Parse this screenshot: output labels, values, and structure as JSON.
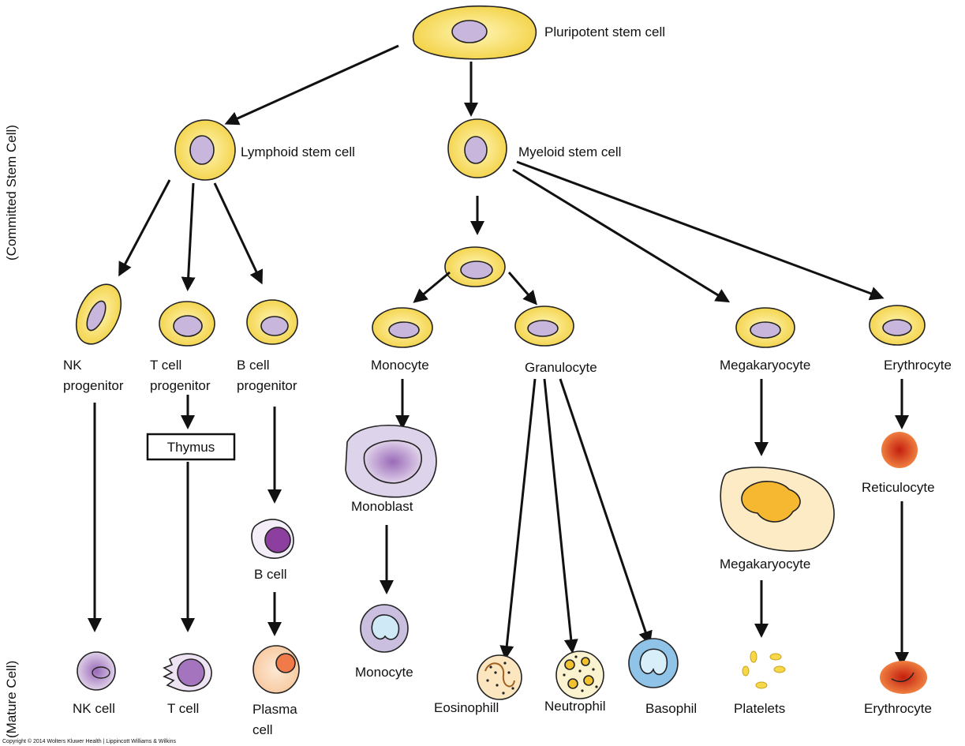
{
  "title_labels": {
    "pluripotent": "Pluripotent stem cell",
    "lymphoid": "Lymphoid stem cell",
    "myeloid": "Myeloid stem cell",
    "committed_axis": "(Committed Stem Cell)",
    "mature_axis": "(Mature Cell)"
  },
  "progenitors": {
    "nk": [
      "NK",
      "progenitor"
    ],
    "t": [
      "T cell",
      "progenitor"
    ],
    "b": [
      "B cell",
      "progenitor"
    ],
    "monocyte": "Monocyte",
    "granulocyte": "Granulocyte",
    "megakaryocyte": "Megakaryocyte",
    "erythrocyte": "Erythrocyte"
  },
  "intermediates": {
    "thymus": "Thymus",
    "b_cell": "B cell",
    "monoblast": "Monoblast",
    "megakaryocyte": "Megakaryocyte",
    "reticulocyte": "Reticulocyte"
  },
  "mature": {
    "nk": "NK cell",
    "t": "T cell",
    "plasma": [
      "Plasma",
      "cell"
    ],
    "monocyte": "Monocyte",
    "eosinophil": "Eosinophill",
    "neutrophil": "Neutrophil",
    "basophil": "Basophil",
    "platelets": "Platelets",
    "erythrocyte": "Erythrocyte"
  },
  "copyright": "Copyright © 2014 Wolters Kluwer Health | Lippincott Williams & Wilkins",
  "colors": {
    "stem_cell": "#f7d95a",
    "nucleus": "#c9b6dc",
    "erythro": "#e8402a"
  }
}
